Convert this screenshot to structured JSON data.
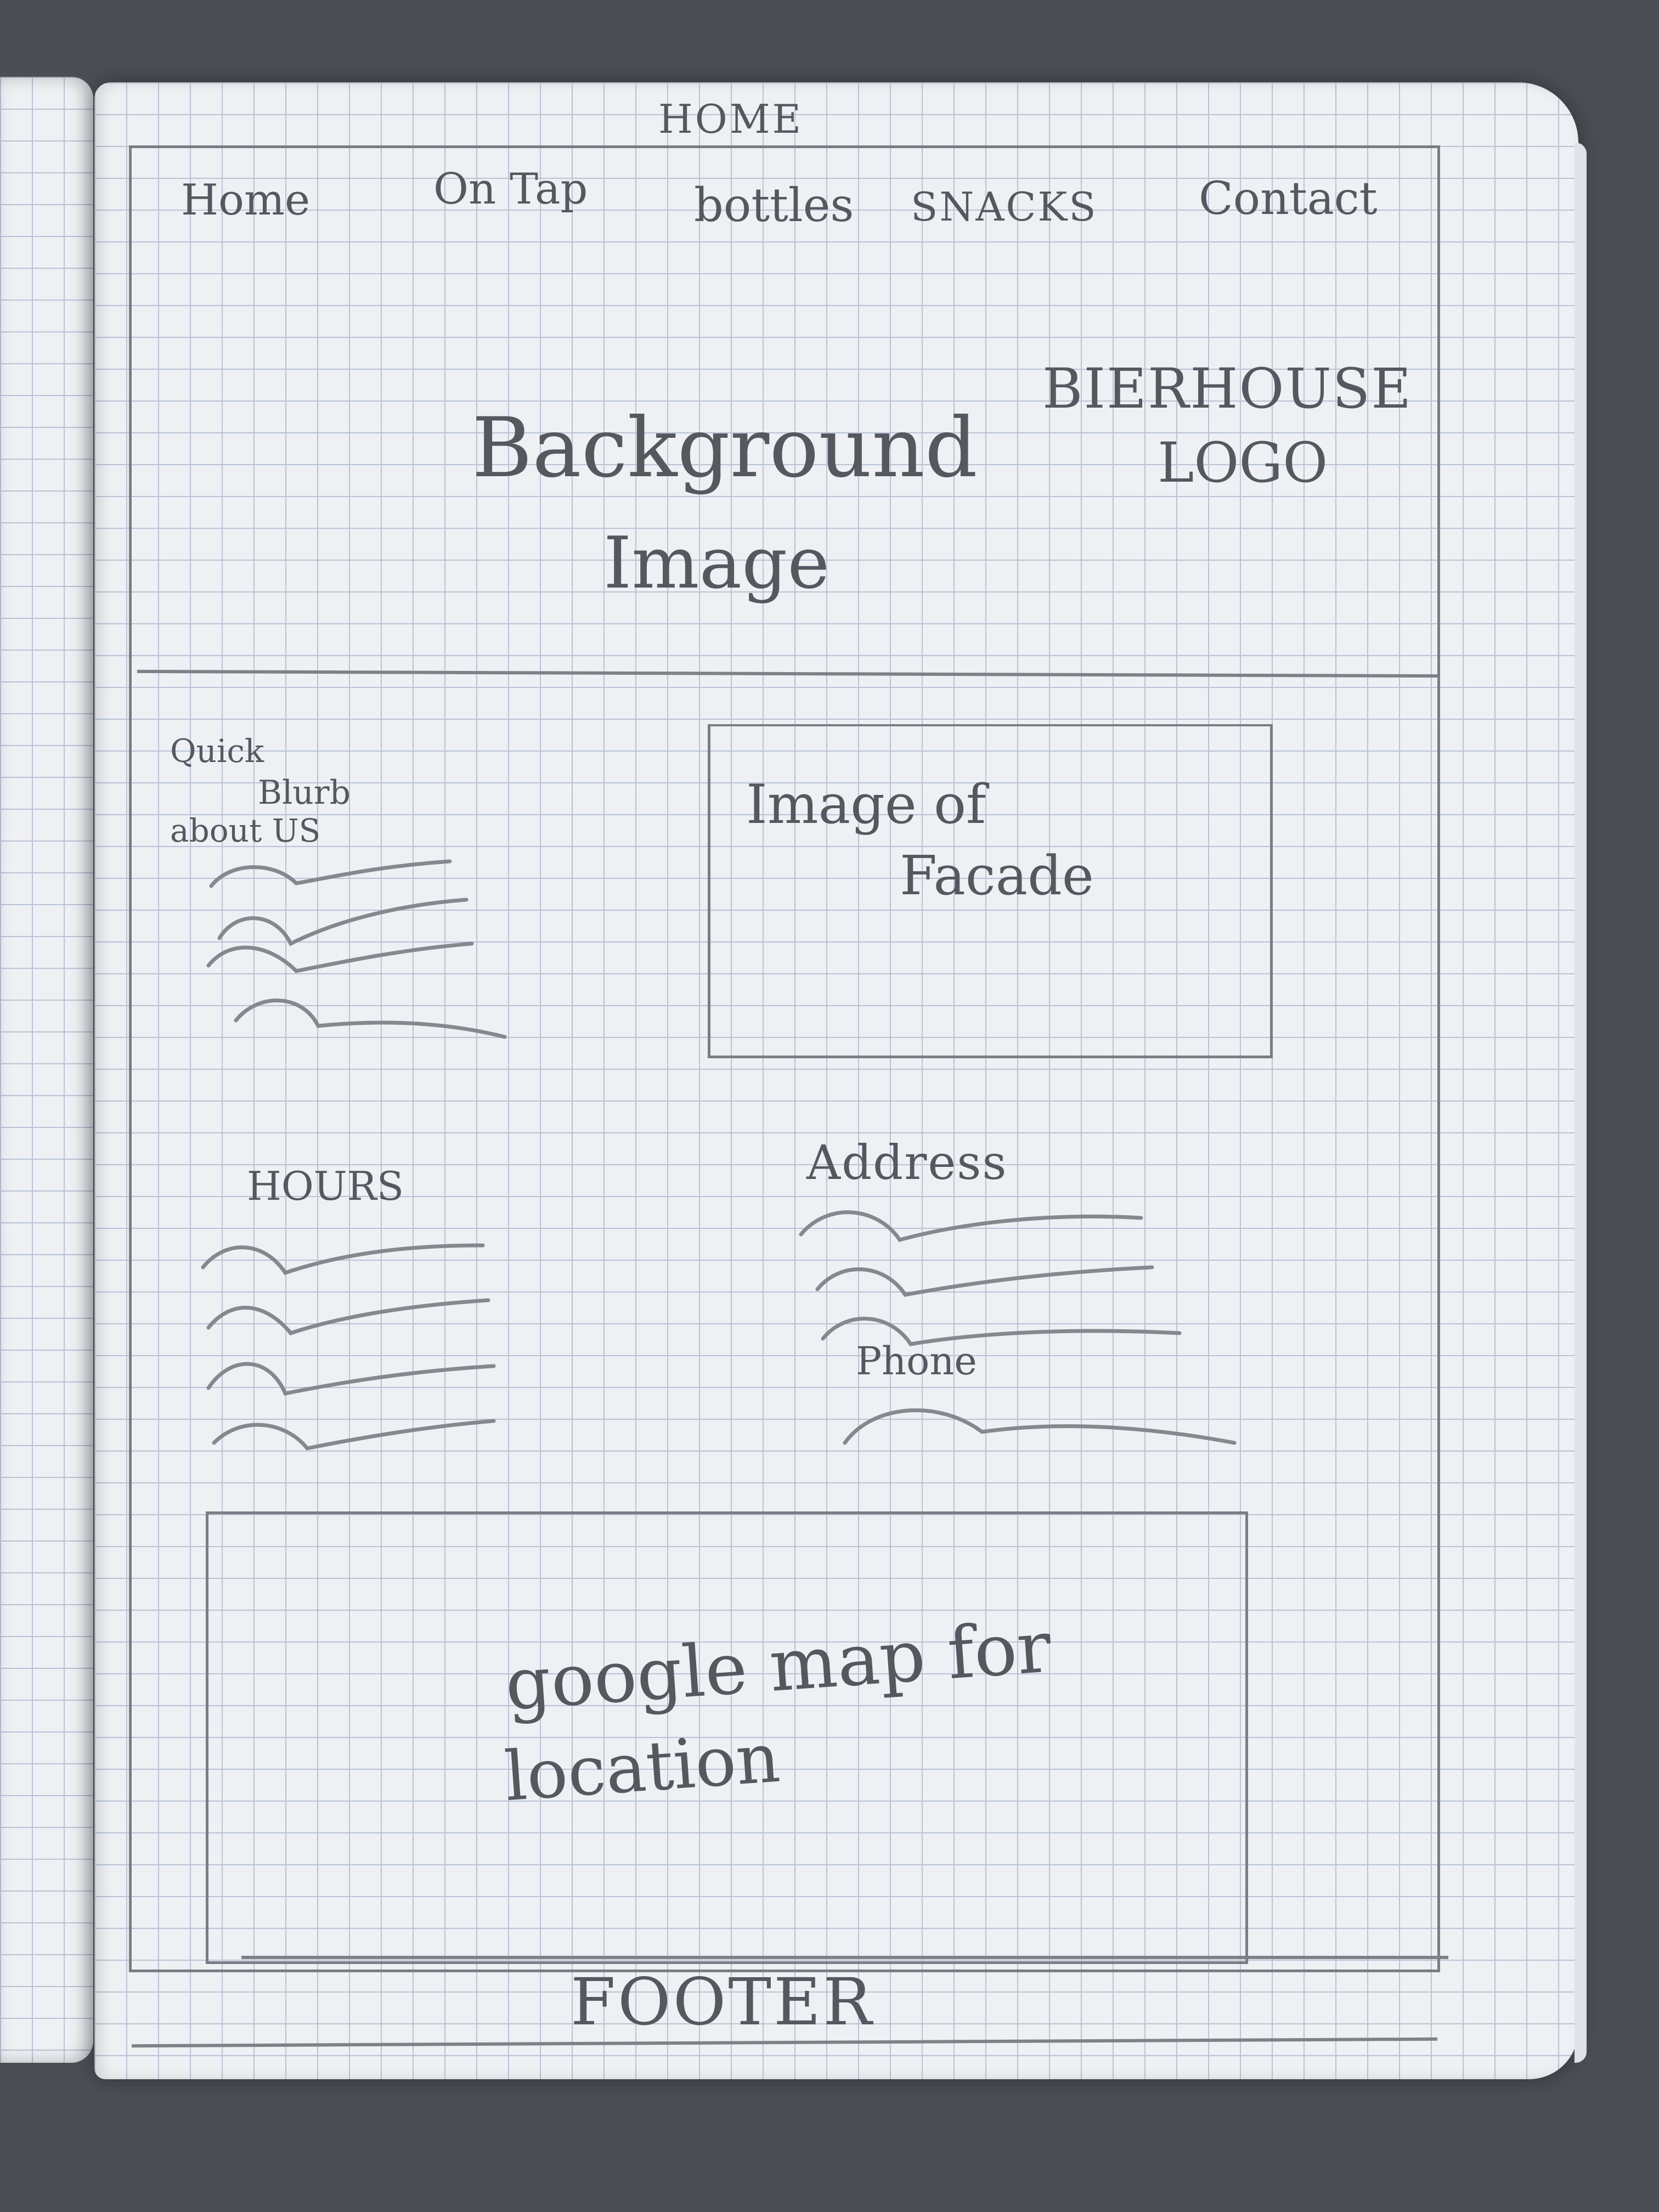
{
  "page_label": "HOME",
  "nav": {
    "items": [
      "Home",
      "On Tap",
      "bottles",
      "SNACKS",
      "Contact"
    ]
  },
  "hero": {
    "background": [
      "Background",
      "Image"
    ],
    "logo": [
      "BIERHOUSE",
      "LOGO"
    ]
  },
  "about": {
    "blurb": [
      "Quick",
      "Blurb",
      "about US"
    ],
    "image_placeholder": [
      "Image of",
      "Facade"
    ]
  },
  "info": {
    "hours_label": "HOURS",
    "address_label": "Address",
    "phone_label": "Phone"
  },
  "map": {
    "label": [
      "google map for",
      "location"
    ]
  },
  "footer": {
    "label": "FOOTER"
  },
  "colors": {
    "paper": "#eef0f4",
    "grid": "#b9c3d4",
    "pencil": "#55585f",
    "background": "#4b4f55"
  }
}
